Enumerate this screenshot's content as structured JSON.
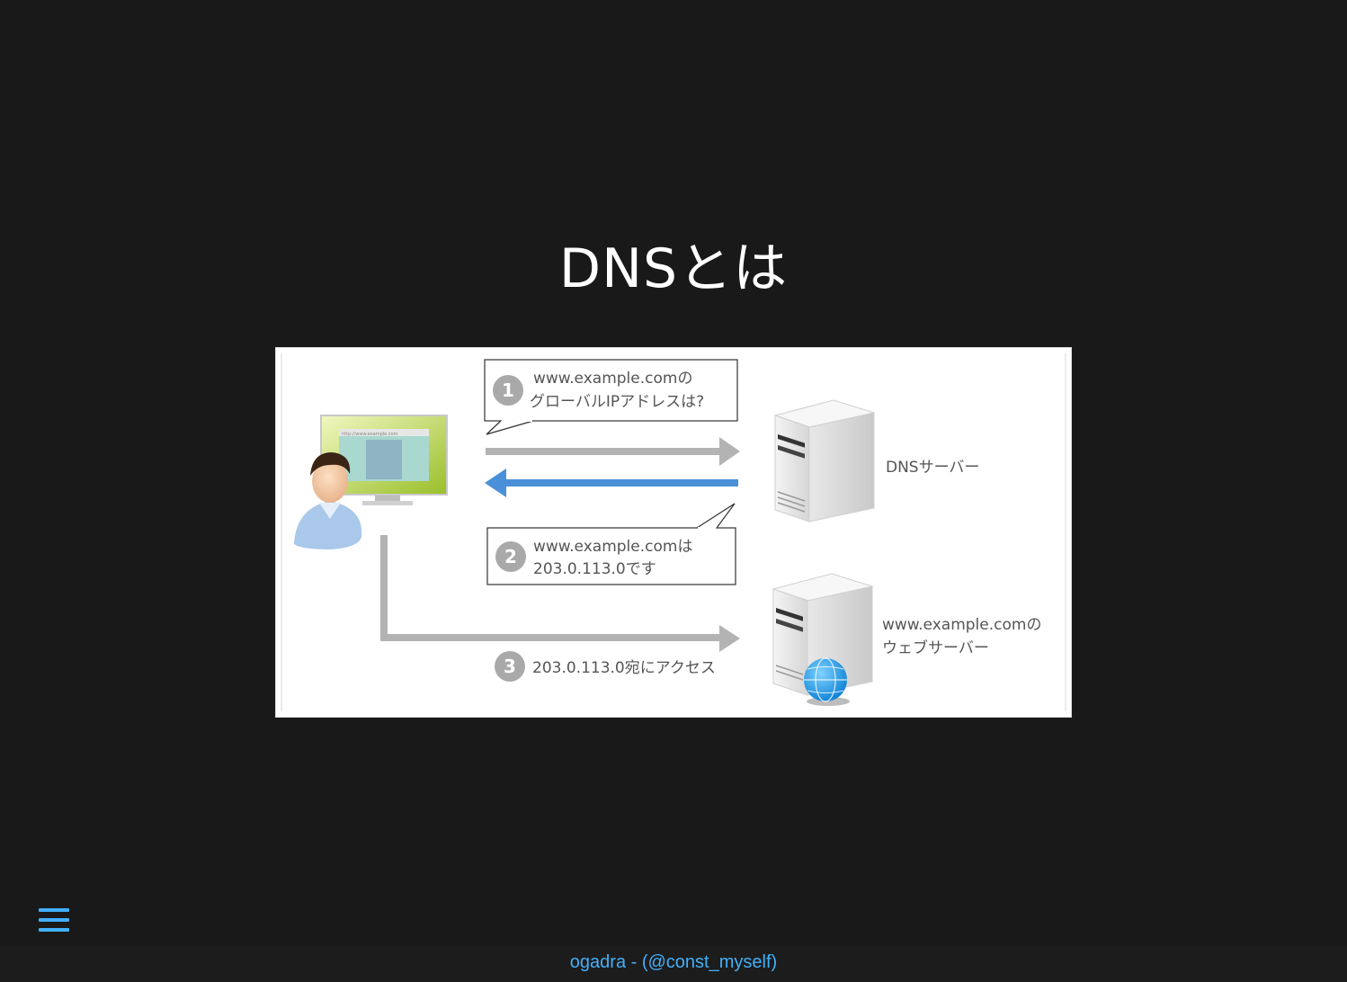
{
  "slide": {
    "title": "DNSとは"
  },
  "diagram": {
    "step1": {
      "number": "1",
      "line1": "www.example.comの",
      "line2": "グローバルIPアドレスは?"
    },
    "step2": {
      "number": "2",
      "line1": "www.example.comは",
      "line2": "203.0.113.0です"
    },
    "step3": {
      "number": "3",
      "text": "203.0.113.0宛にアクセス"
    },
    "dns_server_label": "DNSサーバー",
    "web_server_label_1": "www.example.comの",
    "web_server_label_2": "ウェブサーバー",
    "monitor_url": "http://www.example.com",
    "colors": {
      "request_arrow": "#b3b3b3",
      "response_arrow": "#4a90d9"
    }
  },
  "nav": {
    "menu_icon": "hamburger-menu-icon"
  },
  "footer": {
    "credit": "ogadra - (@const_myself)"
  }
}
